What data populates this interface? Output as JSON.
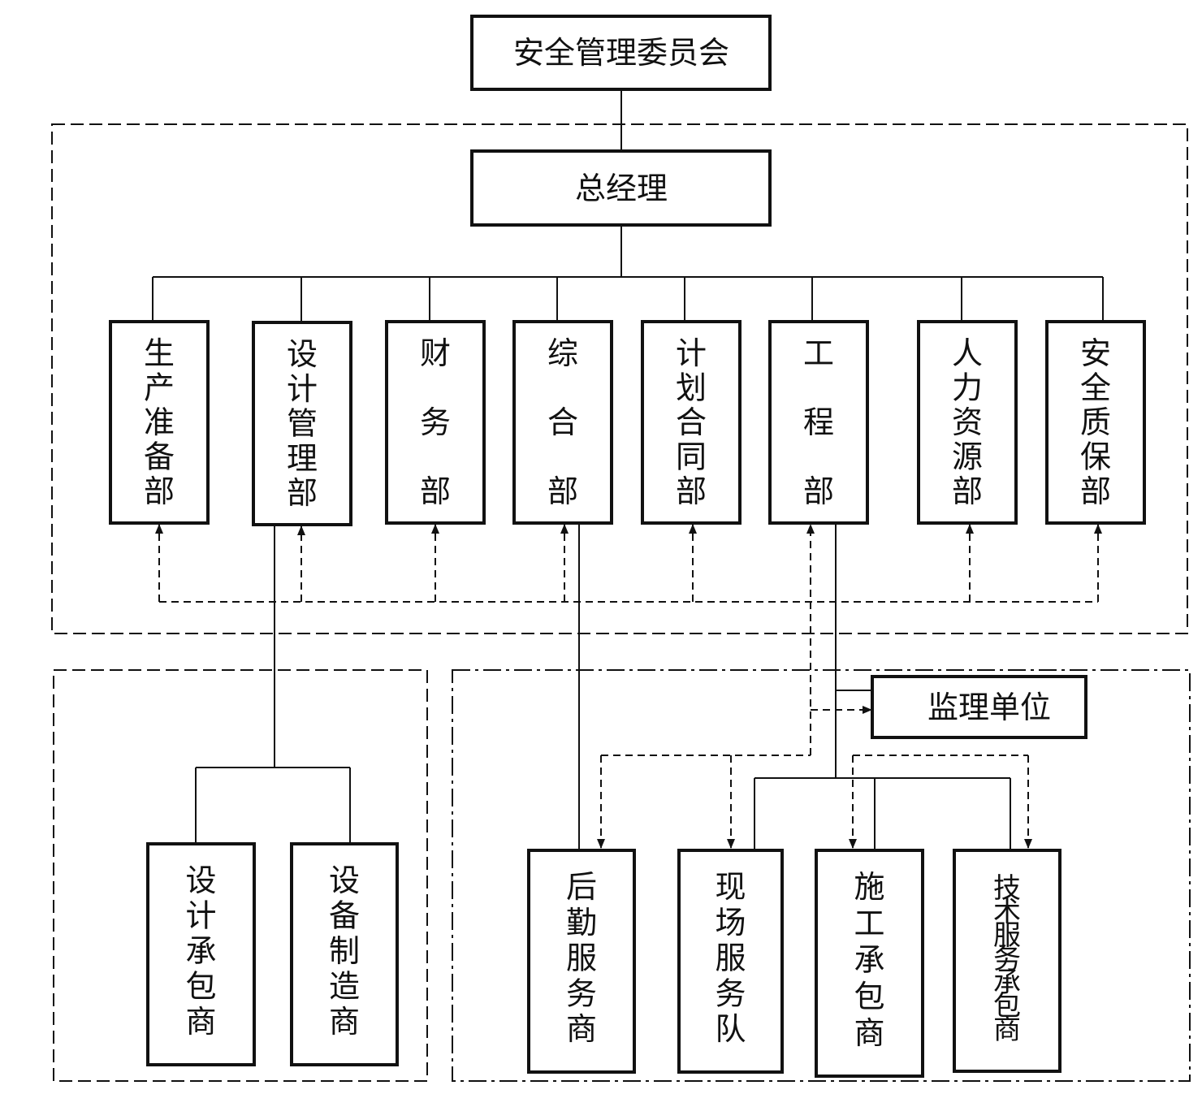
{
  "committee": {
    "label": "安全管理委员会"
  },
  "gm": {
    "label": "总经理"
  },
  "departments": [
    {
      "id": "prod-prep",
      "label": "生产准备部"
    },
    {
      "id": "design-mgmt",
      "label": "设计管理部"
    },
    {
      "id": "finance",
      "label": "财务部"
    },
    {
      "id": "general",
      "label": "综合部"
    },
    {
      "id": "plan-contract",
      "label": "计划合同部"
    },
    {
      "id": "engineering",
      "label": "工程部"
    },
    {
      "id": "hr",
      "label": "人力资源部"
    },
    {
      "id": "safety-quality",
      "label": "安全质保部"
    }
  ],
  "supervision": {
    "label": "监理单位"
  },
  "left_group": [
    {
      "id": "design-contractor",
      "label": "设计承包商"
    },
    {
      "id": "equipment-maker",
      "label": "设备制造商"
    }
  ],
  "right_group": [
    {
      "id": "logistics",
      "label": "后勤服务商"
    },
    {
      "id": "site-service",
      "label": "现场服务队"
    },
    {
      "id": "construction",
      "label": "施工承包商"
    },
    {
      "id": "tech-service",
      "label": "技术服务承包商"
    }
  ],
  "colors": {
    "line": "#111111",
    "background": "#ffffff"
  }
}
